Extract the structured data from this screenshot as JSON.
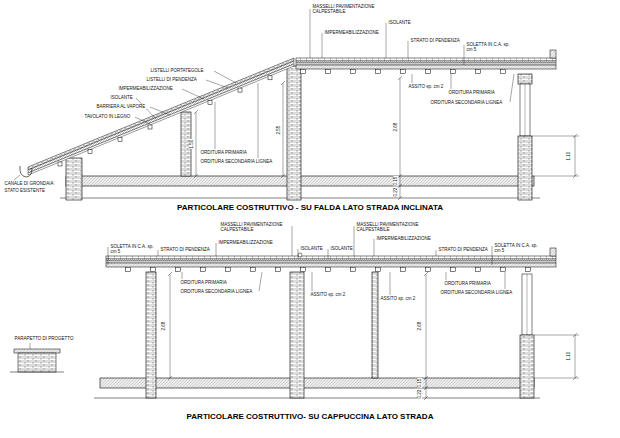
{
  "diagram": {
    "labels": [
      "MASSELLI PAVIMENTAZIONE CALPESTABILE",
      "ISOLANTE",
      "IMPERMEABILIZZAZIONE",
      "STRATO DI PENDENZA",
      "SOLETTA IN C.A. sp. cm 5",
      "LISTELLI PORTATEGOLE",
      "LISTELLI DI PENDENZA",
      "IMPERMEABILIZZAZIONE",
      "ISOLANTE",
      "BARRIERA AL VAPORE",
      "TAVOLATO IN LEGNO",
      "ASSITO sp. cm 2",
      "ORDITURA PRIMARIA",
      "ORDITURA SECONDARIA LIGNEA",
      "ORDITURA PRIMARIA",
      "ORDITURA SECONDARIA LIGNEA",
      "1.50",
      "2.55",
      "2.68",
      "0.15",
      "0.22",
      "1.10",
      "CANALE DI GRONDAIA",
      "STATO ESISTENTE",
      "PARTICOLARE COSTRUTTIVO - SU FALDA LATO STRADA INCLINATA",
      "MASSELLI PAVIMENTAZIONE CALPESTABILE",
      "MASSELLI PAVIMENTAZIONE CALPESTABILE",
      "STRATO DI PENDENZA",
      "IMPERMEABILIZZAZIONE",
      "ISOLANTE",
      "ISOLANTE",
      "IMPERMEABILIZZAZIONE",
      "STRATO DI PENDENZA",
      "SOLETTA IN C.A. sp. cm 5",
      "SOLETTA IN C.A. sp. cm 5",
      "ORDITURA PRIMARIA",
      "ORDITURA SECONDARIA LIGNEA",
      "ASSITO sp. cm 2",
      "ASSITO sp. cm 2",
      "ORDITURA PRIMARIA",
      "ORDITURA SECONDARIA LIGNEA",
      "2.68",
      "2.68",
      "0.15",
      "0.22",
      "1.10",
      "PARAPETTO DI PROGETTO",
      "PARTICOLARE COSTRUTTIVO- SU CAPPUCCINA LATO STRADA"
    ]
  }
}
